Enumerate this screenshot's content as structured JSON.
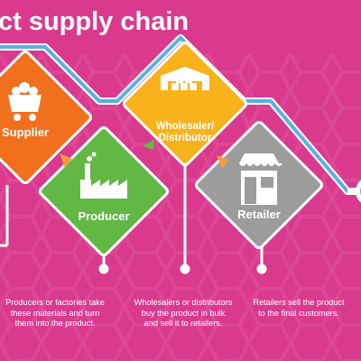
{
  "title": "ct supply chain",
  "colors": {
    "background": "#d93a8e",
    "path": "#5ab0e0",
    "supplier": "#f0701e",
    "producer": "#63b845",
    "distributor": "#f7b21c",
    "retailer": "#9c9c9c",
    "arrow": "#f39c3f"
  },
  "stages": [
    {
      "label_lines": [
        "Supplier"
      ],
      "icon": "mine-cart-icon"
    },
    {
      "label_lines": [
        "Producer"
      ],
      "icon": "factory-icon"
    },
    {
      "label_lines": [
        "Wholesaler/",
        "Distributor"
      ],
      "icon": "warehouse-icon"
    },
    {
      "label_lines": [
        "Retailer"
      ],
      "icon": "storefront-icon"
    }
  ],
  "descriptions": [
    {
      "lines": [
        "Producers or factories take",
        "these materials and turn",
        "them into the product."
      ]
    },
    {
      "lines": [
        "Wholesalers or distributors",
        "buy the product in bulk",
        "and sell it to retailers."
      ]
    },
    {
      "lines": [
        "Retailers sell the product",
        "to the final customers."
      ]
    }
  ]
}
